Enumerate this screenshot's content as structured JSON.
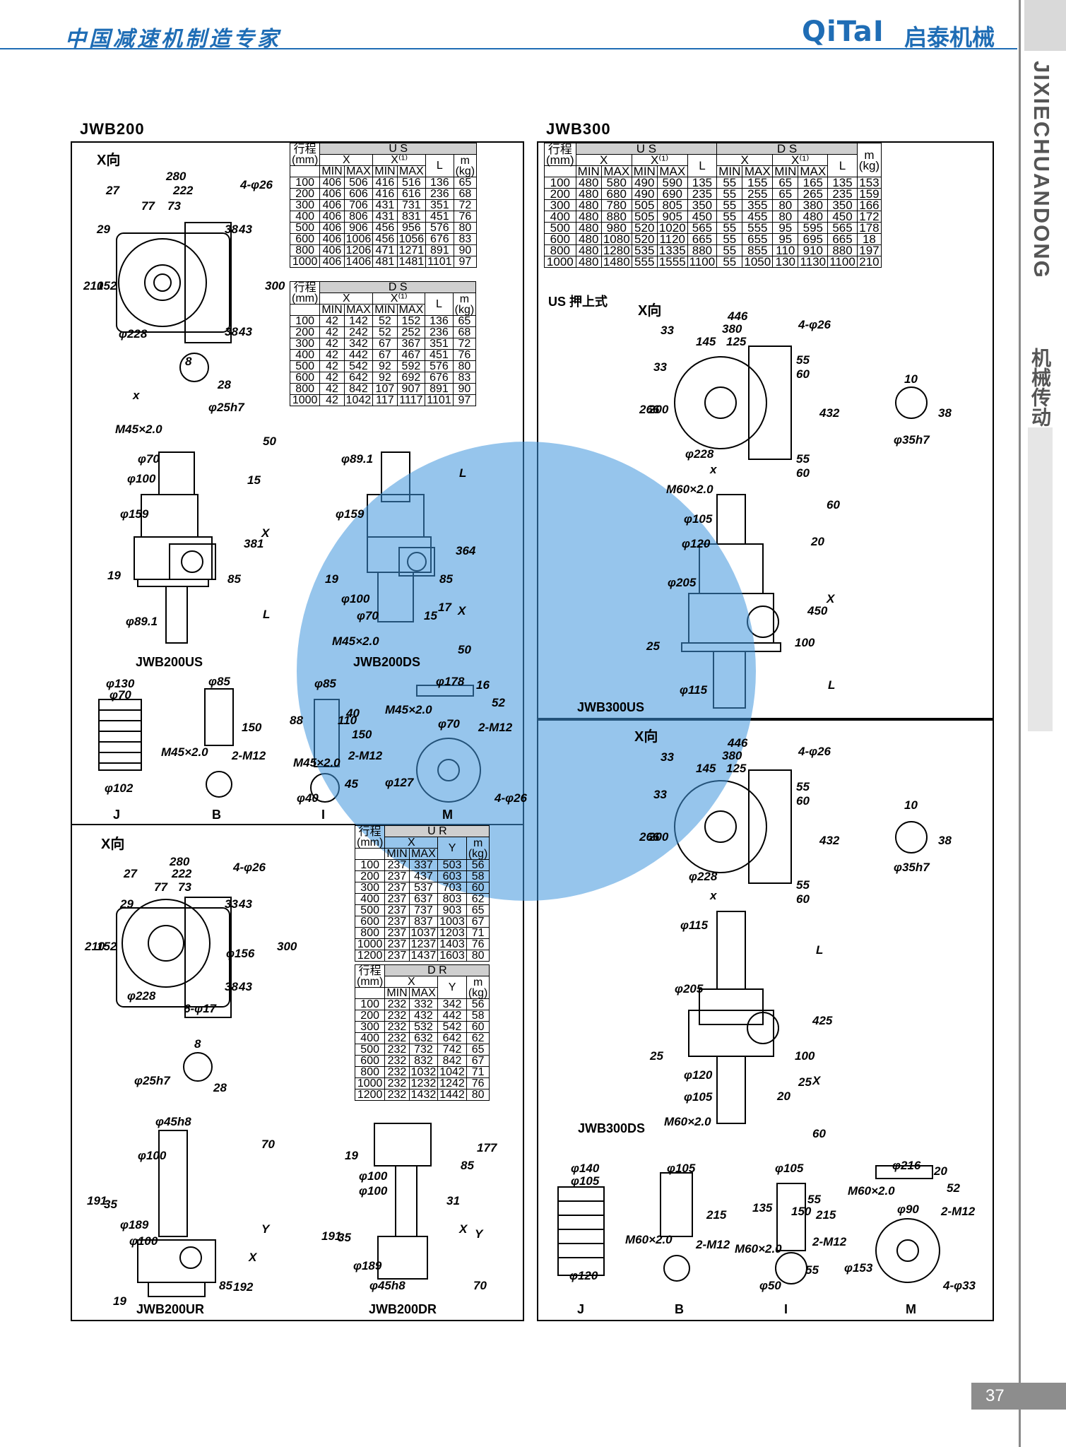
{
  "header": {
    "slogan": "中国减速机制造专家",
    "brand": "QiTaI",
    "brand_cn": "启泰机械"
  },
  "sidebar": {
    "title_en": "JIXIECHUANDONG",
    "title_cn": "机械传动"
  },
  "page_number": "37",
  "jwb200": {
    "title": "JWB200",
    "x_dir": "X向",
    "us_table": {
      "group": "U S",
      "row_head": "行程",
      "unit": "(mm)",
      "cols": [
        "X",
        "X⁽¹⁾",
        "L",
        "m"
      ],
      "sub": [
        "MIN",
        "MAX",
        "MIN",
        "MAX"
      ],
      "m_unit": "(kg)",
      "rows": [
        [
          "100",
          "406",
          "506",
          "416",
          "516",
          "136",
          "65"
        ],
        [
          "200",
          "406",
          "606",
          "416",
          "616",
          "236",
          "68"
        ],
        [
          "300",
          "406",
          "706",
          "431",
          "731",
          "351",
          "72"
        ],
        [
          "400",
          "406",
          "806",
          "431",
          "831",
          "451",
          "76"
        ],
        [
          "500",
          "406",
          "906",
          "456",
          "956",
          "576",
          "80"
        ],
        [
          "600",
          "406",
          "1006",
          "456",
          "1056",
          "676",
          "83"
        ],
        [
          "800",
          "406",
          "1206",
          "471",
          "1271",
          "891",
          "90"
        ],
        [
          "1000",
          "406",
          "1406",
          "481",
          "1481",
          "1101",
          "97"
        ]
      ]
    },
    "ds_table": {
      "group": "D S",
      "rows": [
        [
          "100",
          "42",
          "142",
          "52",
          "152",
          "136",
          "65"
        ],
        [
          "200",
          "42",
          "242",
          "52",
          "252",
          "236",
          "68"
        ],
        [
          "300",
          "42",
          "342",
          "67",
          "367",
          "351",
          "72"
        ],
        [
          "400",
          "42",
          "442",
          "67",
          "467",
          "451",
          "76"
        ],
        [
          "500",
          "42",
          "542",
          "92",
          "592",
          "576",
          "80"
        ],
        [
          "600",
          "42",
          "642",
          "92",
          "692",
          "676",
          "83"
        ],
        [
          "800",
          "42",
          "842",
          "107",
          "907",
          "891",
          "90"
        ],
        [
          "1000",
          "42",
          "1042",
          "117",
          "1117",
          "1101",
          "97"
        ]
      ]
    },
    "ur_table": {
      "group": "U R",
      "cols": [
        "X",
        "Y",
        "m"
      ],
      "rows": [
        [
          "100",
          "237",
          "337",
          "503",
          "56"
        ],
        [
          "200",
          "237",
          "437",
          "603",
          "58"
        ],
        [
          "300",
          "237",
          "537",
          "703",
          "60"
        ],
        [
          "400",
          "237",
          "637",
          "803",
          "62"
        ],
        [
          "500",
          "237",
          "737",
          "903",
          "65"
        ],
        [
          "600",
          "237",
          "837",
          "1003",
          "67"
        ],
        [
          "800",
          "237",
          "1037",
          "1203",
          "71"
        ],
        [
          "1000",
          "237",
          "1237",
          "1403",
          "76"
        ],
        [
          "1200",
          "237",
          "1437",
          "1603",
          "80"
        ]
      ]
    },
    "dr_table": {
      "group": "D R",
      "rows": [
        [
          "100",
          "232",
          "332",
          "342",
          "56"
        ],
        [
          "200",
          "232",
          "432",
          "442",
          "58"
        ],
        [
          "300",
          "232",
          "532",
          "542",
          "60"
        ],
        [
          "400",
          "232",
          "632",
          "642",
          "62"
        ],
        [
          "500",
          "232",
          "732",
          "742",
          "65"
        ],
        [
          "600",
          "232",
          "832",
          "842",
          "67"
        ],
        [
          "800",
          "232",
          "1032",
          "1042",
          "71"
        ],
        [
          "1000",
          "232",
          "1232",
          "1242",
          "76"
        ],
        [
          "1200",
          "232",
          "1432",
          "1442",
          "80"
        ]
      ]
    },
    "captions": {
      "us": "JWB200US",
      "ds": "JWB200DS",
      "ur": "JWB200UR",
      "dr": "JWB200DR",
      "j": "J",
      "b": "B",
      "i": "I",
      "m": "M"
    },
    "dims_top": [
      "280",
      "222",
      "27",
      "77",
      "73",
      "4-φ26",
      "29",
      "38",
      "43",
      "210",
      "152",
      "300",
      "38",
      "43",
      "φ228",
      "8",
      "28",
      "φ25h7",
      "x"
    ],
    "dims_us": [
      "M45×2.0",
      "φ70",
      "φ100",
      "φ159",
      "19",
      "φ89.1",
      "50",
      "15",
      "381",
      "X",
      "85",
      "L"
    ],
    "dims_ds": [
      "φ89.1",
      "φ159",
      "19",
      "φ100",
      "φ70",
      "M45×2.0",
      "L",
      "364",
      "85",
      "15",
      "17",
      "X",
      "50"
    ],
    "dims_acc": [
      "φ130",
      "φ70",
      "φ102",
      "φ85",
      "150",
      "M45×2.0",
      "2-M12",
      "φ85",
      "88",
      "110",
      "40",
      "150",
      "M45×2.0",
      "2-M12",
      "45",
      "φ40",
      "φ178",
      "16",
      "52",
      "M45×2.0",
      "φ70",
      "2-M12",
      "φ127",
      "4-φ26"
    ],
    "dims_bottom": [
      "280",
      "222",
      "27",
      "77",
      "73",
      "4-φ26",
      "29",
      "33",
      "43",
      "210",
      "152",
      "φ156",
      "300",
      "38",
      "43",
      "φ228",
      "6-φ17",
      "8",
      "28",
      "φ25h7",
      "x"
    ],
    "dims_ur": [
      "φ45h8",
      "φ100",
      "191",
      "35",
      "φ189",
      "φ100",
      "19",
      "70",
      "X",
      "Y",
      "85",
      "192"
    ],
    "dims_dr": [
      "19",
      "φ100",
      "φ100",
      "191",
      "35",
      "φ189",
      "φ45h8",
      "85",
      "177",
      "31",
      "X",
      "Y",
      "70"
    ]
  },
  "jwb300": {
    "title": "JWB300",
    "us_table": {
      "group": "U S",
      "rows": [
        [
          "100",
          "480",
          "580",
          "490",
          "590",
          "135",
          "153"
        ],
        [
          "200",
          "480",
          "680",
          "490",
          "690",
          "235",
          "159"
        ],
        [
          "300",
          "480",
          "780",
          "505",
          "805",
          "350",
          "166"
        ],
        [
          "400",
          "480",
          "880",
          "505",
          "905",
          "450",
          "172"
        ],
        [
          "500",
          "480",
          "980",
          "520",
          "1020",
          "565",
          "178"
        ],
        [
          "600",
          "480",
          "1080",
          "520",
          "1120",
          "665",
          "18"
        ],
        [
          "800",
          "480",
          "1280",
          "535",
          "1335",
          "880",
          "197"
        ],
        [
          "1000",
          "480",
          "1480",
          "555",
          "1555",
          "1100",
          "210"
        ]
      ]
    },
    "ds_table": {
      "group": "D S",
      "rows": [
        [
          "55",
          "155",
          "65",
          "165",
          "135"
        ],
        [
          "55",
          "255",
          "65",
          "265",
          "235"
        ],
        [
          "55",
          "355",
          "80",
          "380",
          "350"
        ],
        [
          "55",
          "455",
          "80",
          "480",
          "450"
        ],
        [
          "55",
          "555",
          "95",
          "595",
          "565"
        ],
        [
          "55",
          "655",
          "95",
          "695",
          "665"
        ],
        [
          "55",
          "855",
          "110",
          "910",
          "880"
        ],
        [
          "55",
          "1050",
          "130",
          "1130",
          "1100"
        ]
      ]
    },
    "us_note": "US 押上式",
    "x_dir": "X向",
    "captions": {
      "us": "JWB300US",
      "ds": "JWB300DS",
      "j": "J",
      "b": "B",
      "i": "I",
      "m": "M"
    },
    "dims_top": [
      "446",
      "380",
      "33",
      "145",
      "125",
      "4-φ26",
      "33",
      "55",
      "60",
      "266",
      "200",
      "432",
      "55",
      "60",
      "φ228",
      "x",
      "10",
      "38",
      "φ35h7"
    ],
    "dims_us": [
      "M60×2.0",
      "60",
      "φ105",
      "φ120",
      "20",
      "φ205",
      "X",
      "450",
      "25",
      "100",
      "φ115",
      "L"
    ],
    "dims_mid": [
      "446",
      "380",
      "33",
      "145",
      "125",
      "4-φ26",
      "33",
      "55",
      "60",
      "266",
      "200",
      "432",
      "55",
      "60",
      "φ228",
      "x",
      "10",
      "38",
      "φ35h7"
    ],
    "dims_ds": [
      "φ115",
      "L",
      "φ205",
      "425",
      "25",
      "100",
      "φ120",
      "25",
      "X",
      "φ105",
      "20",
      "M60×2.0",
      "60"
    ],
    "dims_acc": [
      "φ140",
      "φ105",
      "φ120",
      "φ105",
      "215",
      "M60×2.0",
      "2-M12",
      "φ105",
      "135",
      "150",
      "55",
      "215",
      "M60×2.0",
      "2-M12",
      "55",
      "φ50",
      "φ216",
      "20",
      "52",
      "M60×2.0",
      "φ90",
      "2-M12",
      "φ153",
      "4-φ33"
    ]
  }
}
